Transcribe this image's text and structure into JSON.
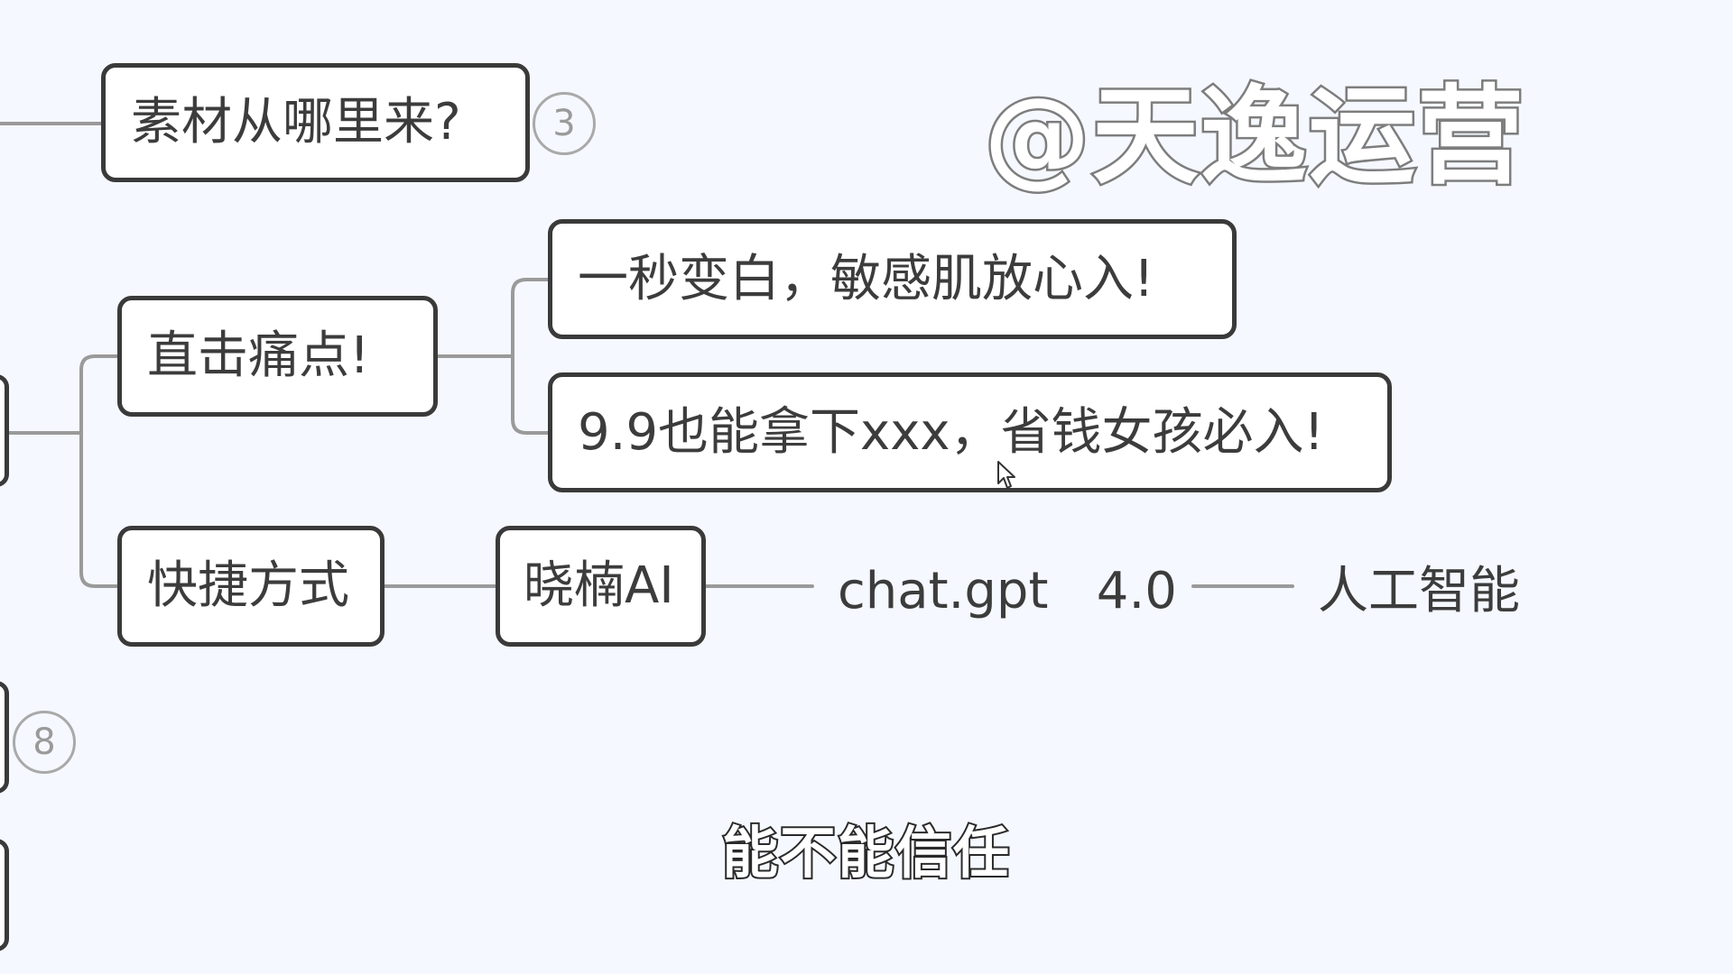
{
  "mindmap": {
    "node_source": "素材从哪里来?",
    "badge_source": "3",
    "node_pain": "直击痛点!",
    "pain_item_1": "一秒变白，敏感肌放心入!",
    "pain_item_2": "9.9也能拿下xxx，省钱女孩必入!",
    "node_shortcut": "快捷方式",
    "node_ai": "晓楠AI",
    "chain_text_1": "chat.gpt   4.0",
    "chain_text_2": "人工智能",
    "badge_left": "8"
  },
  "overlay": {
    "watermark": "@天逸运营",
    "subtitle": "能不能信任"
  },
  "colors": {
    "background": "#f5f8fe",
    "node_border": "#3a3a3a",
    "connector": "#9a9a9a",
    "badge": "#a9a9a9"
  }
}
